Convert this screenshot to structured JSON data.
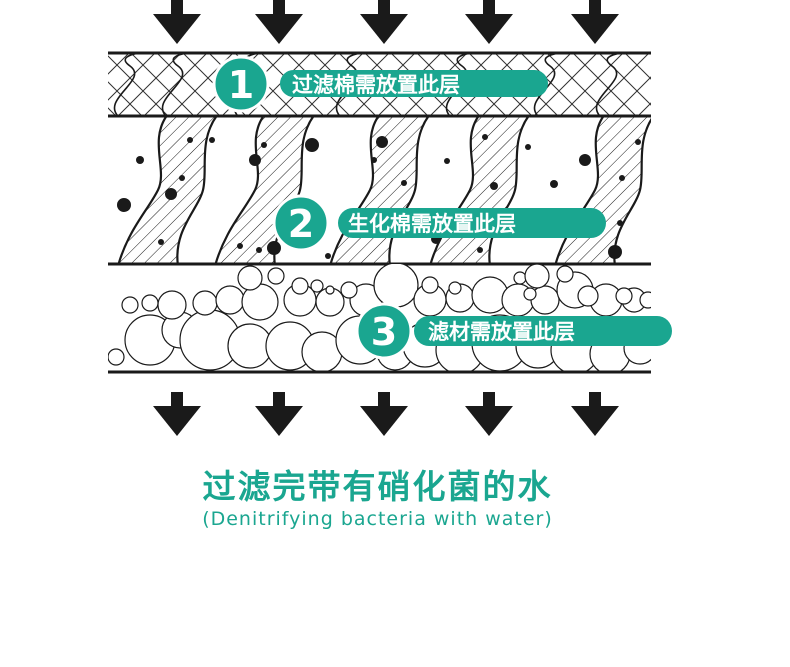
{
  "layers": [
    {
      "number": "1",
      "label": "过滤棉需放置此层"
    },
    {
      "number": "2",
      "label": "生化棉需放置此层"
    },
    {
      "number": "3",
      "label": "滤材需放置此层"
    }
  ],
  "caption": {
    "chinese": "过滤完带有硝化菌的水",
    "english": "(Denitrifying bacteria with water)"
  },
  "colors": {
    "accent": "#1aa690",
    "line": "#1a1a1a",
    "arrow": "#1a1a1a",
    "background": "#ffffff"
  },
  "icons": [
    "down-arrow-icon"
  ]
}
